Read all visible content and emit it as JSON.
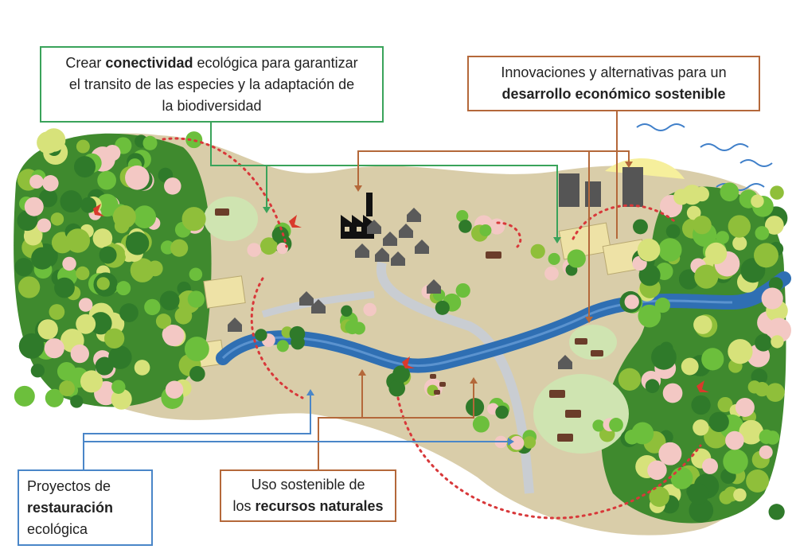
{
  "labels": {
    "connectivity": {
      "line1_pre": "Crear ",
      "line1_bold": "conectividad",
      "line1_post": " ecológica para garantizar",
      "line2": "el transito de las especies y la adaptación de",
      "line3": "la biodiversidad"
    },
    "innovation": {
      "line1": "Innovaciones y alternativas para un",
      "line2_bold": "desarrollo económico sostenible"
    },
    "restoration": {
      "line1": "Proyectos de",
      "line2_bold": "restauración",
      "line3": "ecológica"
    },
    "sustainable_use": {
      "line1": "Uso sostenible de",
      "line2_pre": "los ",
      "line2_bold": "recursos naturales"
    }
  },
  "colors": {
    "land": "#d9cda9",
    "river": "#2f6fb3",
    "road": "#c9cdd2",
    "forest_dark": "#2f7a2a",
    "forest_light": "#6cbf3c",
    "blossom": "#f3c8c4",
    "connector_green": "#3aa35a",
    "connector_brown": "#b4683a",
    "connector_blue": "#4a86c8",
    "dotted_red": "#d8383a"
  },
  "icons": [
    "forest-icon",
    "factory-icon",
    "house-icon",
    "building-icon",
    "cattle-icon",
    "bird-icon",
    "wave-icon",
    "crop-field-icon"
  ]
}
